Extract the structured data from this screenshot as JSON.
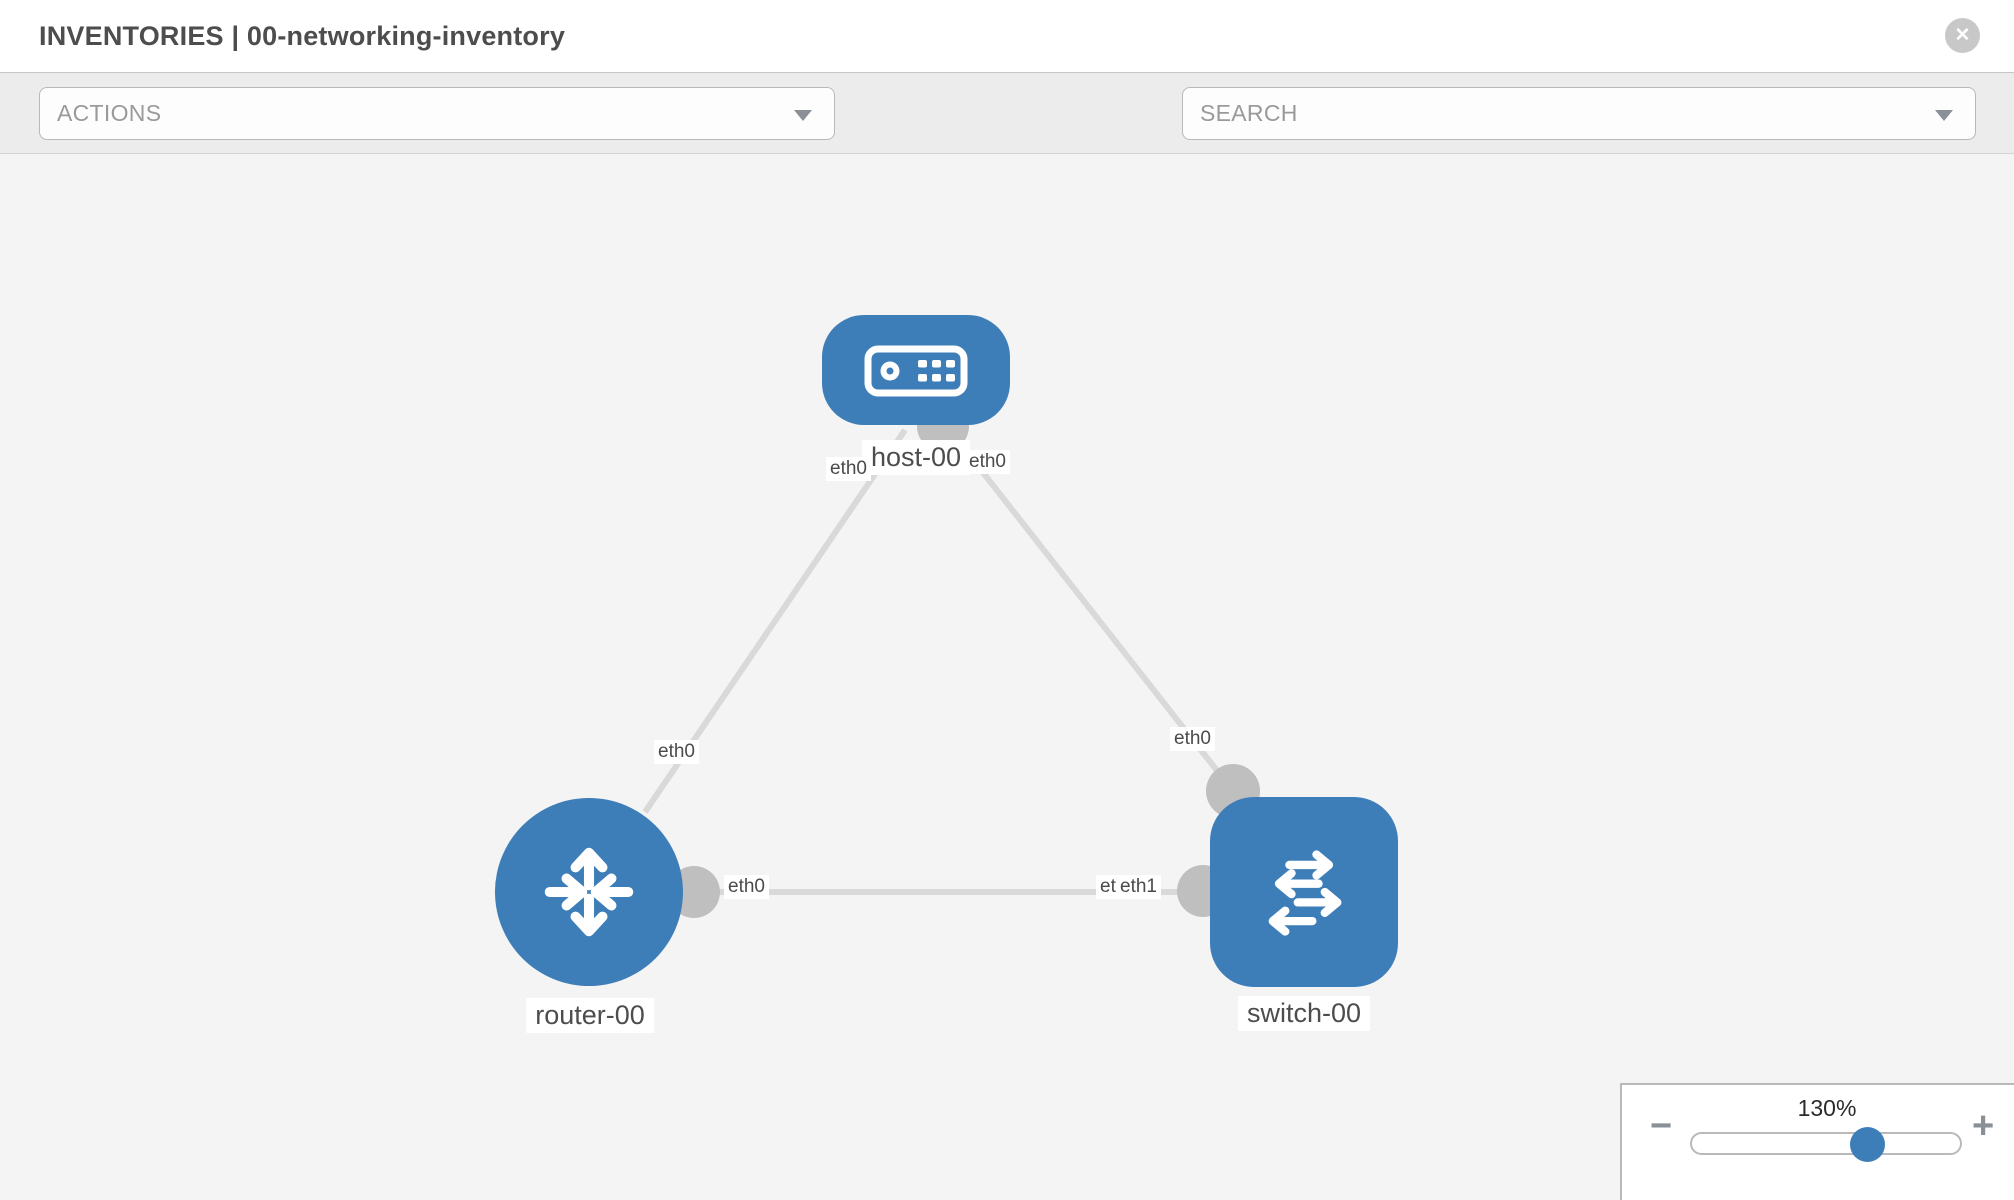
{
  "header": {
    "title": "INVENTORIES | 00-networking-inventory",
    "close_glyph": "✕"
  },
  "toolbar": {
    "actions_label": "ACTIONS",
    "search_label": "SEARCH",
    "icons": [
      "wrench-icon",
      "key-icon"
    ]
  },
  "diagram": {
    "nodes": [
      {
        "id": "host-00",
        "type": "host",
        "label": "host-00"
      },
      {
        "id": "router-00",
        "type": "router",
        "label": "router-00"
      },
      {
        "id": "switch-00",
        "type": "switch",
        "label": "switch-00"
      }
    ],
    "links": [
      {
        "from": "host-00",
        "to": "router-00"
      },
      {
        "from": "host-00",
        "to": "switch-00"
      },
      {
        "from": "router-00",
        "to": "switch-00"
      }
    ],
    "interface_labels": [
      {
        "text": "eth0",
        "link": "host-00 - router-00",
        "end": "host-00"
      },
      {
        "text": "eth0",
        "link": "host-00 - router-00",
        "end": "router-00"
      },
      {
        "text": "eth0",
        "link": "host-00 - switch-00",
        "end": "host-00"
      },
      {
        "text": "eth0",
        "link": "host-00 - switch-00",
        "end": "switch-00"
      },
      {
        "text": "eth0",
        "link": "router-00 - switch-00",
        "end": "router-00"
      },
      {
        "text": "eth0",
        "link": "router-00 - switch-00",
        "end": "switch-00 (underneath)"
      },
      {
        "text": "eth1",
        "link": "router-00 - switch-00",
        "end": "switch-00"
      }
    ]
  },
  "zoom_control": {
    "value": "130%",
    "minus_glyph": "−",
    "plus_glyph": "+",
    "slider_percent": 64
  },
  "colors": {
    "node_blue": "#3d7eb8",
    "link_gray": "#d9d9d9",
    "interface_circle_gray": "#bfbfbf",
    "toolbar_bg": "#ececec",
    "canvas_bg": "#f4f4f4",
    "icon_gray": "#8a9097",
    "label_text": "#4d4d4d"
  }
}
